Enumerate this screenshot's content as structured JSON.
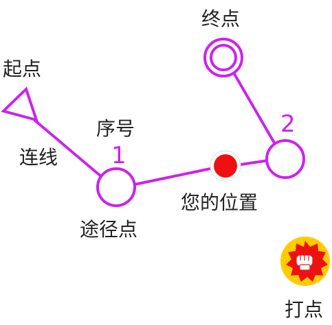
{
  "labels": {
    "start": "起点",
    "end": "终点",
    "line": "连线",
    "order": "序号",
    "waypoint": "途径点",
    "location": "您的位置",
    "punch": "打点"
  },
  "markers": {
    "first_number": "1",
    "second_number": "2"
  },
  "colors": {
    "route": "#cc22ee",
    "location_dot": "#ee1111",
    "punch_badge_fill": "#ee1111",
    "punch_badge_border": "#ffcc00"
  },
  "icons": {
    "start": "triangle-start-icon",
    "end": "double-circle-end-icon",
    "location": "red-dot-location-icon",
    "punch": "fist-badge-punch-icon"
  }
}
